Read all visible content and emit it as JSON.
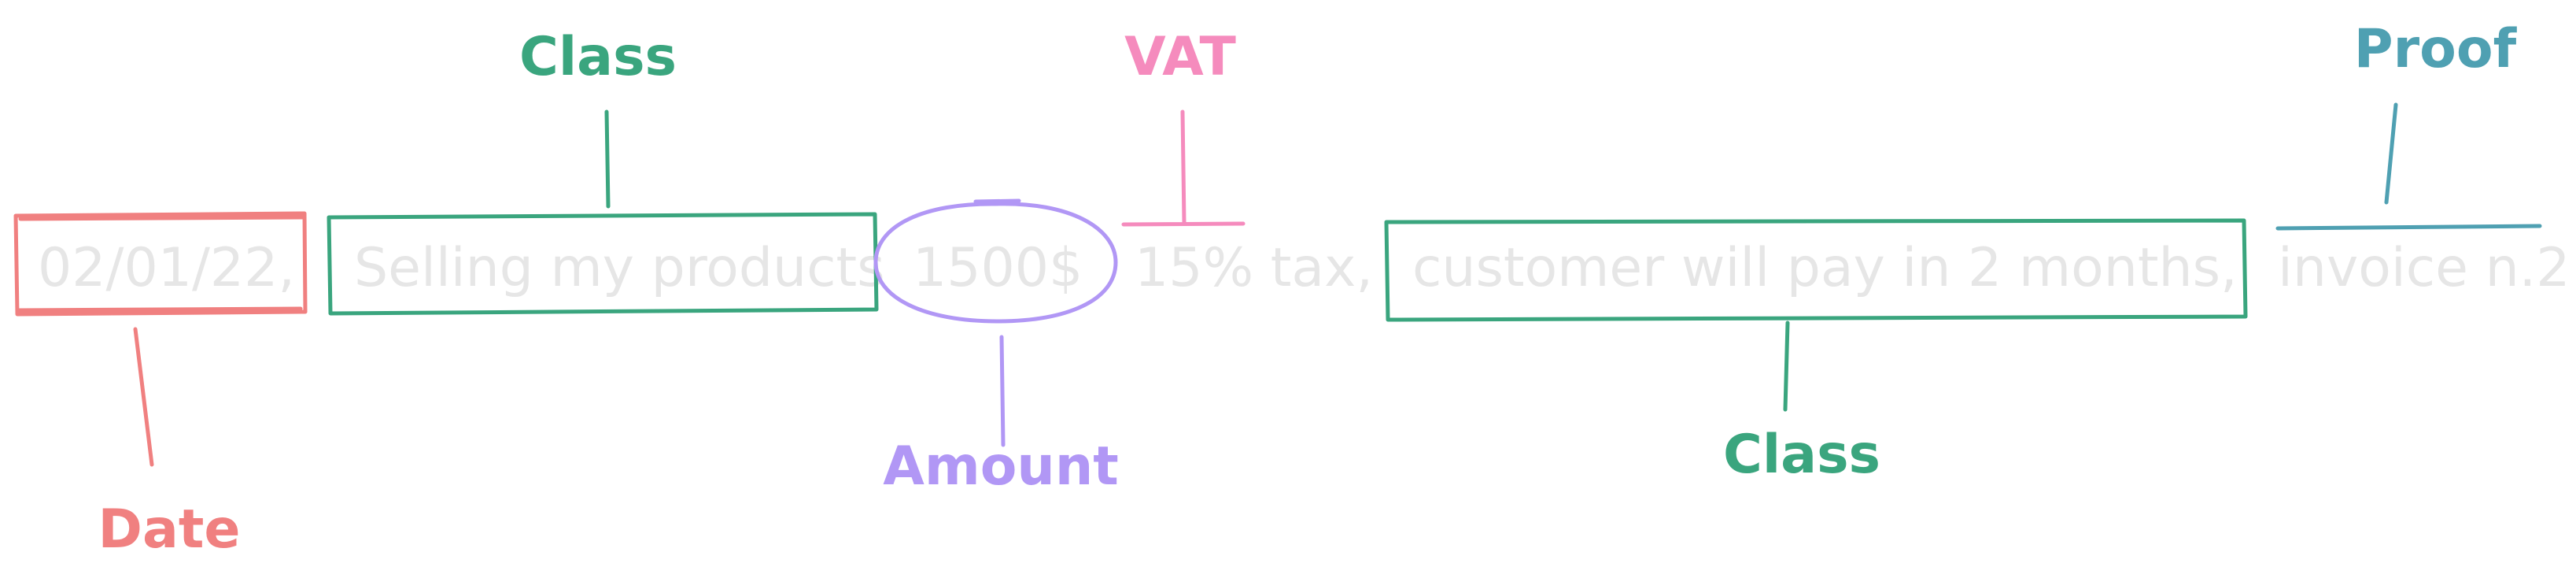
{
  "sentence": {
    "date": "02/01/22,",
    "description": "Selling my products",
    "amount": "1500$",
    "vat": "15% tax,",
    "terms": "customer will pay in 2 months,",
    "proof": "invoice n.2"
  },
  "labels": {
    "date": "Date",
    "class_top": "Class",
    "amount": "Amount",
    "vat": "VAT",
    "class_bottom": "Class",
    "proof": "Proof"
  },
  "colors": {
    "text_faint": "#e6e6e6",
    "date": "#f08080",
    "class": "#3aa57e",
    "amount": "#b197f5",
    "vat": "#f58bbd",
    "proof": "#4fa0b2"
  }
}
